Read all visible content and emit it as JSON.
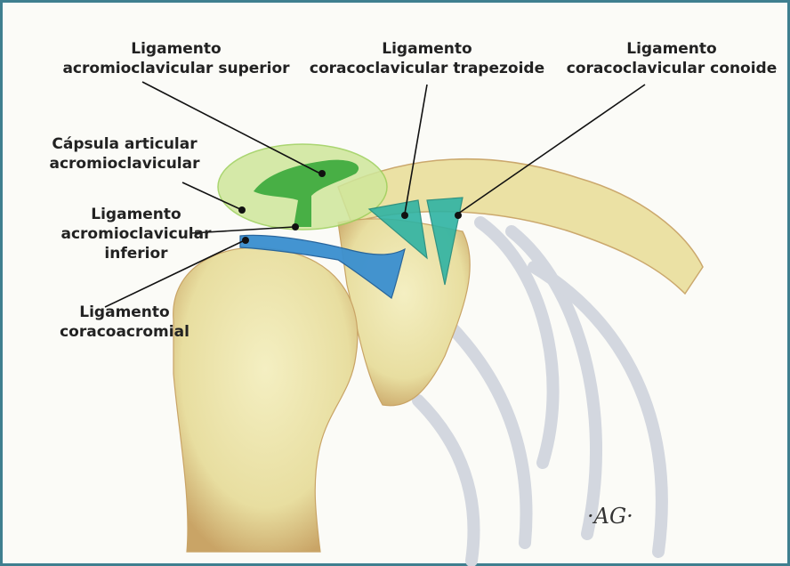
{
  "labels": {
    "acromioclavicular_superior": "Ligamento\nacromioclavicular superior",
    "coracoclavicular_trapezoide": "Ligamento\ncoracoclavicular trapezoide",
    "coracoclavicular_conoide": "Ligamento\ncoracoclavicular conoide",
    "capsula": "Cápsula articular\nacromioclavicular",
    "acromioclavicular_inferior": "Ligamento\nacromioclavicular\ninferior",
    "coracoacromial": "Ligamento\ncoracoacromial"
  },
  "signature": "·AG·",
  "colors": {
    "frame": "#3f7f8f",
    "bone": "#ece4a6",
    "bone_shadow": "#c89a5c",
    "rib": "#cfd3dc",
    "ligament_green": "#3aa83a",
    "capsule_green": "#bfe08a",
    "ligament_teal": "#2fb3a3",
    "ligament_blue": "#3a8fd0",
    "line": "#111111"
  }
}
